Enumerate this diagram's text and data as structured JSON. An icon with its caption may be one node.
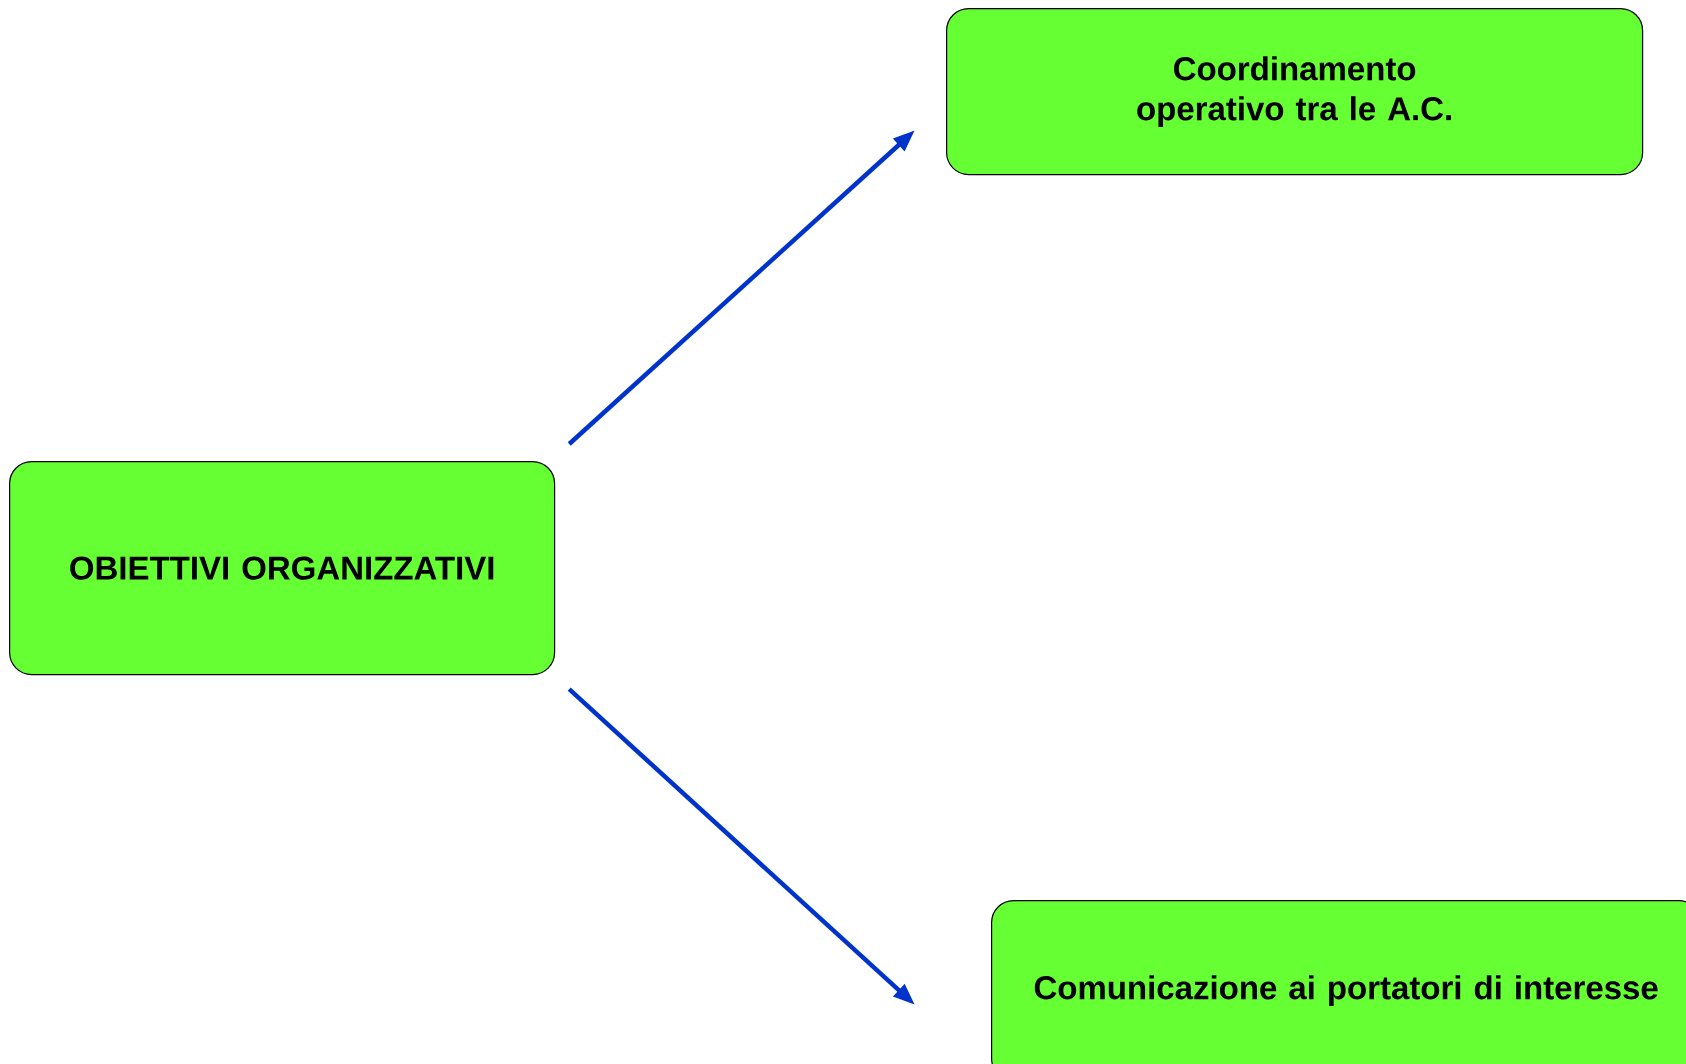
{
  "diagram": {
    "nodes": [
      {
        "text": [
          "OBIETTIVI ORGANIZZATIVI"
        ]
      },
      {
        "text": [
          "Coordinamento operativo tra le A.C."
        ]
      },
      {
        "text": [
          "Comunicazione ai portatori di interesse"
        ]
      }
    ],
    "edges": [
      {
        "from": 0,
        "to": 1,
        "arrow": "to"
      },
      {
        "from": 0,
        "to": 2,
        "arrow": "to"
      }
    ]
  }
}
